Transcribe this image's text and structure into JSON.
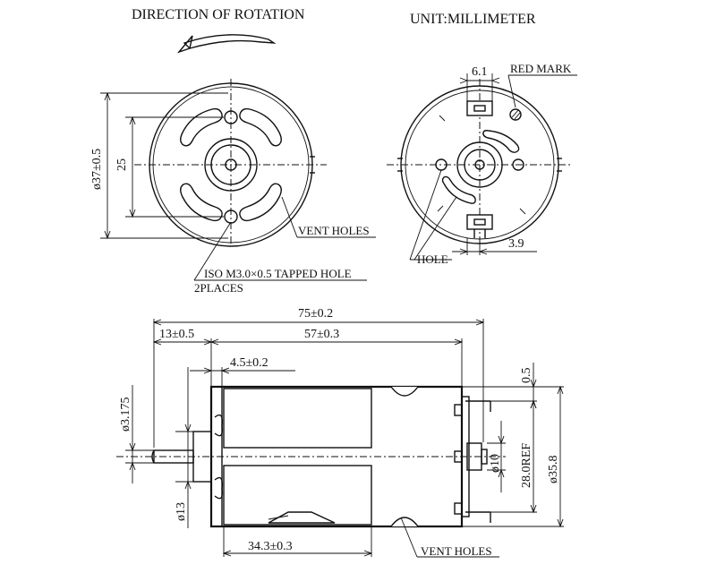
{
  "header": {
    "rotation_title": "DIRECTION OF ROTATION",
    "unit_title": "UNIT:MILLIMETER"
  },
  "front_view": {
    "dim_outer_diameter": "ø37±0.5",
    "dim_hole_spacing": "25",
    "vent_label": "VENT HOLES",
    "tapped_hole_label": "ISO M3.0×0.5 TAPPED HOLE",
    "tapped_hole_count": "2PLACES"
  },
  "rear_view": {
    "dim_terminal_width": "6.1",
    "red_mark_label": "RED MARK",
    "hole_label": "HOLE",
    "dim_terminal_offset": "3.9"
  },
  "side_view": {
    "dim_total_length": "75±0.2",
    "dim_shaft_length": "13±0.5",
    "dim_body_length": "57±0.3",
    "dim_boss_length": "4.5±0.2",
    "dim_magnet_length": "34.3±0.3",
    "dim_shaft_diameter": "ø3.175",
    "dim_boss_diameter": "ø13",
    "dim_top_offset": "0.5",
    "dim_bearing_diameter": "ø10",
    "dim_ref_diameter": "28.0REF",
    "dim_body_diameter": "ø35.8",
    "vent_label": "VENT HOLES"
  }
}
